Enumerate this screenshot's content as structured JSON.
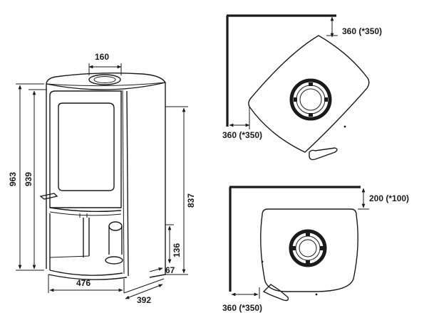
{
  "front_view": {
    "dim_flue_width": "160",
    "dim_total_height": "963",
    "dim_body_height": "939",
    "dim_flue_outlet_height": "837",
    "dim_air_inlet_height": "136",
    "dim_base_depth": "67",
    "dim_width": "476",
    "dim_depth": "392"
  },
  "corner_install": {
    "dim_wall_top": "360 (*350)",
    "dim_wall_left": "360 (*350)"
  },
  "wall_install": {
    "dim_wall_back": "200 (*100)",
    "dim_wall_side": "360 (*350)"
  }
}
